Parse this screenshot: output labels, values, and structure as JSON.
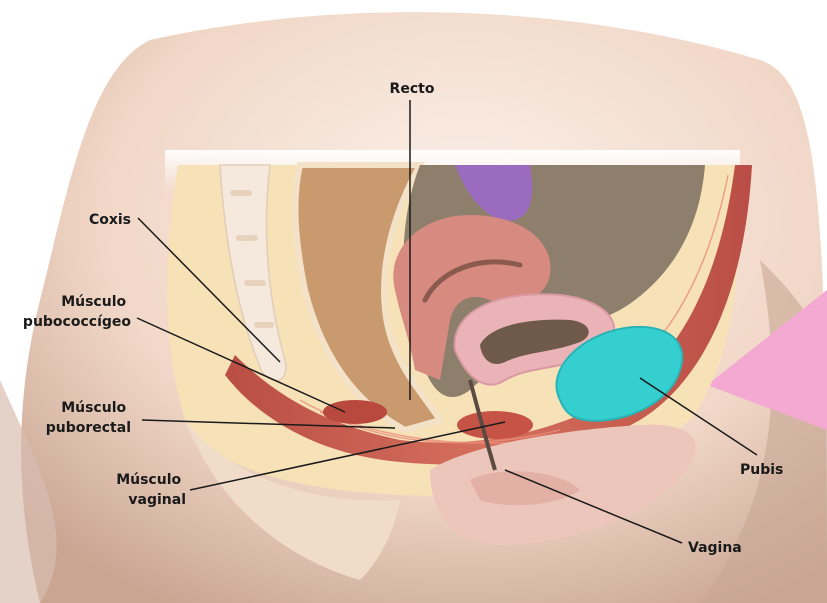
{
  "labels": {
    "recto": "Recto",
    "coxis": "Coxis",
    "pubococcigeo": [
      "Músculo",
      "pubococcígeo"
    ],
    "puborectal": [
      "Músculo",
      "puborectal"
    ],
    "vaginal": [
      "Músculo",
      "vaginal"
    ],
    "pubis": "Pubis",
    "vagina": "Vagina"
  },
  "colors": {
    "skin_light": "#f3dccd",
    "skin_shadow": "#c8a491",
    "tissue": "#f7e2b8",
    "rectum": "#c99a6e",
    "dark_cavity": "#8e7f6c",
    "uterus": "#d78a80",
    "bladder": "#eab3b8",
    "bladder_lumen": "#6f5a4a",
    "muscle": "#c2524a",
    "muscle_light": "#d9725f",
    "pubis": "#35cfd0",
    "purple_organ": "#9b6bbf",
    "coccyx": "#f5e8dc",
    "external_genitalia": "#ecc6ba",
    "pink_triangle": "#f3a9d1",
    "leader_line": "#1a1a1a"
  }
}
